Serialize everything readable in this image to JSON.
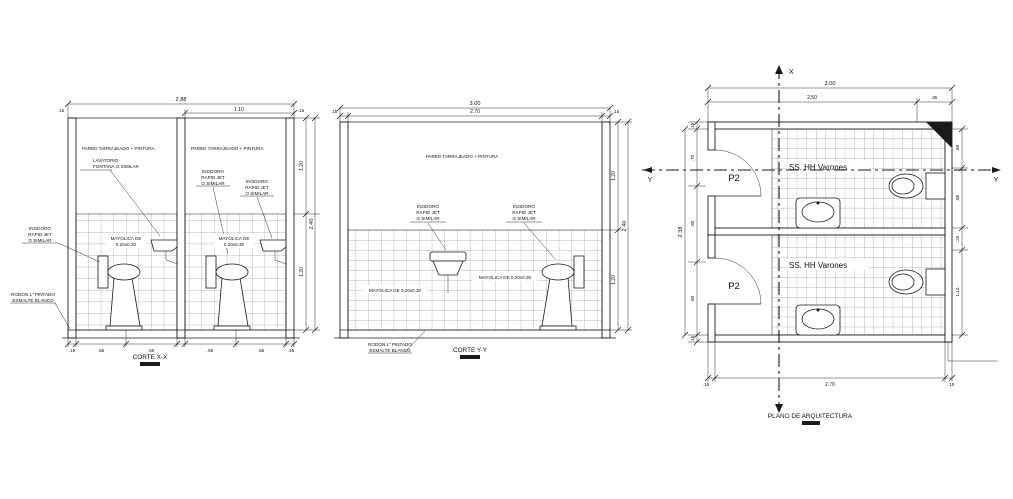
{
  "meta": {
    "background": "#ffffff",
    "ink": "#1a1a1a"
  },
  "corte_x": {
    "title": "CORTE X-X",
    "labels": {
      "pared": "PARED TARRAJEADO + PINTURA",
      "lavatorio": [
        "LAVATORIO",
        "FONTANA O SIMILAR"
      ],
      "inodoro": [
        "INODORO",
        "RAPID JET",
        "O SIMILAR"
      ],
      "mayolica": [
        "MAYOLICA DE",
        "0.20x0.30"
      ],
      "rodon": [
        "RODON 1\" PINTADO",
        "ESMALTE BLANCO"
      ]
    },
    "dims": {
      "total_width": "2.88",
      "right_bay": "1.10",
      "wall": ".15",
      "height_upper": "1.20",
      "height_total": "2.40",
      "height_lower": "1.20",
      "bottom": [
        ".15",
        ".55",
        ".55",
        ".55",
        ".55",
        ".15"
      ]
    }
  },
  "corte_y": {
    "title": "CORTE Y-Y",
    "labels": {
      "pared": "PARED TARRAJEADO + PINTURA",
      "inodoro": [
        "INODORO",
        "RAPID JET",
        "O SIMILAR"
      ],
      "mayolica": "MAYOLICA DE 0.20x0.30",
      "rodon": [
        "RODON 1\" PINTADO",
        "ESMALTE BLANCO"
      ]
    },
    "dims": {
      "total_width": "3.00",
      "inner_width": "2.70",
      "wall": ".15",
      "height_total": "2.40",
      "height_upper": "1.20",
      "height_lower": "1.20"
    }
  },
  "plan": {
    "title": "PLANO DE ARQUITECTURA",
    "room_label": "SS. HH Varones",
    "door_label": "P2",
    "axes": {
      "x": "X",
      "y": "Y"
    },
    "dims": {
      "top_total": "3.00",
      "top_main": "2.50",
      "top_right": ".35",
      "bottom": [
        ".15",
        "2.70",
        ".15"
      ],
      "left_total": "2.38",
      "left": [
        ".15",
        ".70",
        ".93",
        ".60",
        ".15"
      ],
      "right": [
        ".60",
        ".85",
        ".25",
        "1.10"
      ]
    }
  }
}
